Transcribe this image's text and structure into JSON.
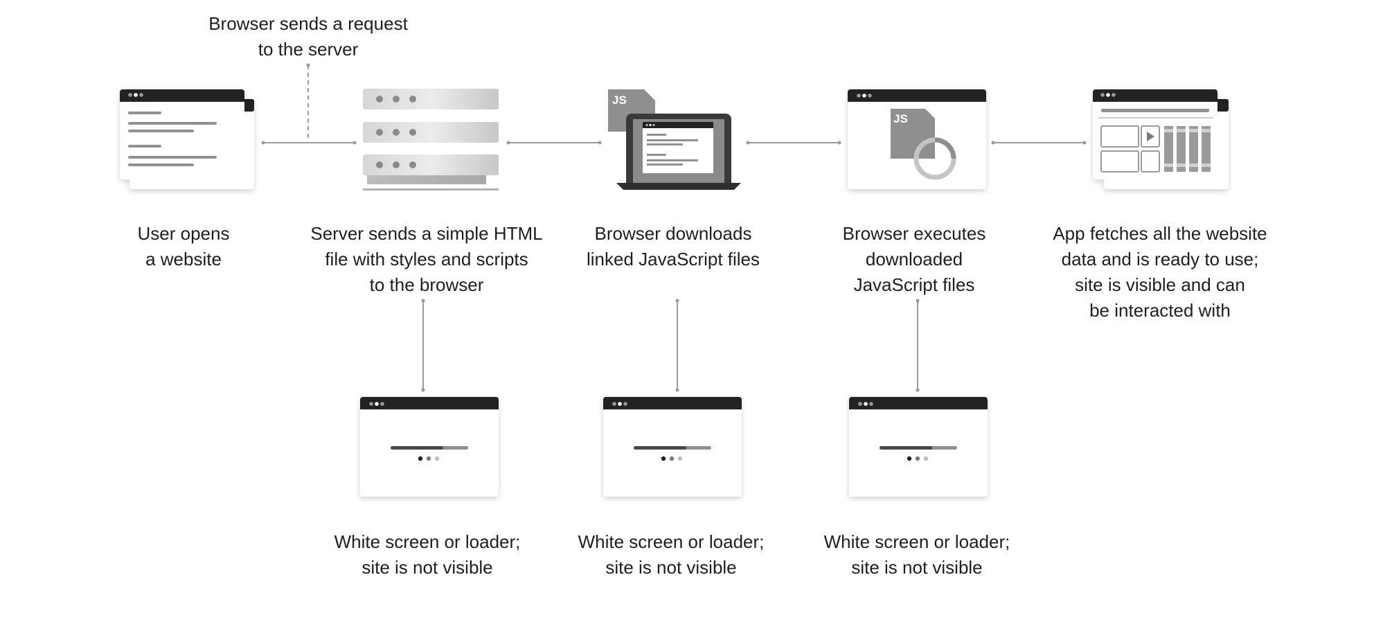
{
  "captions": {
    "request": "Browser sends a request\nto the server",
    "step1": "User opens\na website",
    "step2": "Server sends a simple HTML\nfile with styles and scripts\nto the browser",
    "step3": "Browser downloads\nlinked JavaScript files",
    "step4": "Browser executes\ndownloaded\nJavaScript files",
    "step5": "App fetches all the website\ndata and is ready to use;\nsite is visible and can\nbe interacted with",
    "state2": "White screen or loader;\nsite is not visible",
    "state3": "White screen or loader;\nsite is not visible",
    "state4": "White screen or loader;\nsite is not visible"
  },
  "badges": {
    "js_download": "JS",
    "js_execute": "JS"
  },
  "icons": [
    "website-window-icon",
    "server-rack-icon",
    "laptop-download-icon",
    "js-execute-icon",
    "app-ready-window-icon",
    "loader-window-icon",
    "play-icon"
  ],
  "colors": {
    "text": "#1e1e1e",
    "connector": "#9a9a9a",
    "window_bar": "#222222",
    "accent_gray": "#8f8f8f"
  }
}
